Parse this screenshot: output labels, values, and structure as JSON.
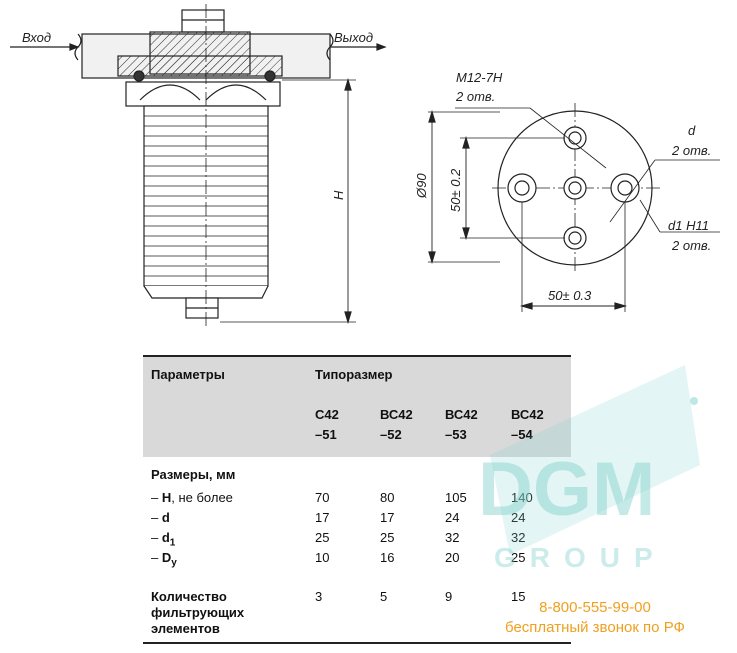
{
  "drawing": {
    "inlet_label": "Вход",
    "outlet_label": "Выход",
    "height_label": "H",
    "thread_label": "M12-7H",
    "thread_count": "2 отв.",
    "d_label": "d",
    "d_count": "2 отв.",
    "d1_label": "d1  H11",
    "d1_count": "2 отв.",
    "diameter_label": "Ø90",
    "vertical_dim": "50± 0.2",
    "horizontal_dim": "50± 0.3"
  },
  "table": {
    "param_header": "Параметры",
    "size_header": "Типоразмер",
    "columns": [
      {
        "line1": "С42",
        "line2": "–51"
      },
      {
        "line1": "ВС42",
        "line2": "–52"
      },
      {
        "line1": "ВС42",
        "line2": "–53"
      },
      {
        "line1": "ВС42",
        "line2": "–54"
      }
    ],
    "section_title": "Размеры, мм",
    "rows": [
      {
        "prefix": "– ",
        "bold": "H",
        "suffix": ", не более",
        "values": [
          "70",
          "80",
          "105",
          "140"
        ]
      },
      {
        "prefix": "– ",
        "bold": "d",
        "suffix": "",
        "values": [
          "17",
          "17",
          "24",
          "24"
        ]
      },
      {
        "prefix": "– ",
        "bold": "d",
        "sub": "1",
        "suffix": "",
        "values": [
          "25",
          "25",
          "32",
          "32"
        ]
      },
      {
        "prefix": "– ",
        "bold": "D",
        "sub": "y",
        "suffix": "",
        "values": [
          "10",
          "16",
          "20",
          "25"
        ]
      }
    ],
    "count_label": [
      "Количество",
      "фильтрующих",
      "элементов"
    ],
    "count_values": [
      "3",
      "5",
      "9",
      "15"
    ]
  },
  "watermark": {
    "logo": "DGM",
    "sub": "GROUP",
    "color": "#7fd0cc"
  },
  "contact": {
    "phone": "8-800-555-99-00",
    "note": "бесплатный звонок по РФ",
    "color": "#f0a020"
  }
}
